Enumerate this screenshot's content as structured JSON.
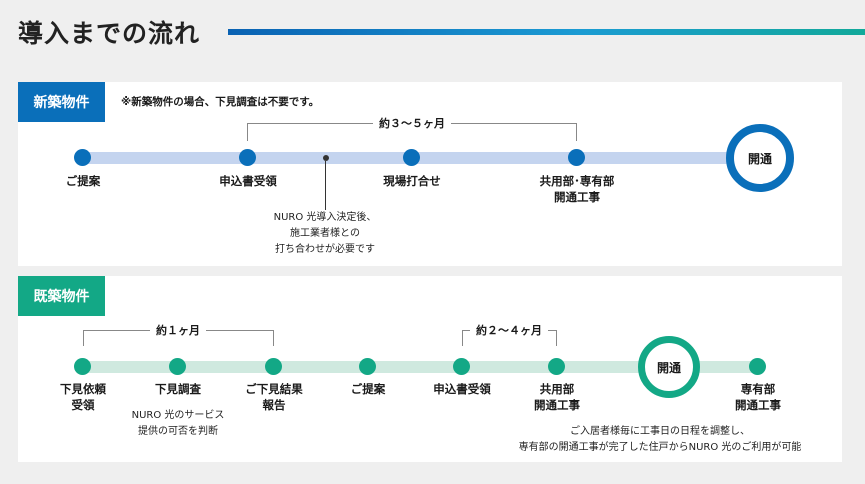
{
  "header": {
    "title": "導入までの流れ"
  },
  "new_build": {
    "tag": "新築物件",
    "note": "※新築物件の場合、下見調査は不要です。",
    "period": "約３～５ヶ月",
    "steps": [
      "ご提案",
      "申込書受領",
      "現場打合せ",
      "共用部･専有部\n開通工事"
    ],
    "open_label": "開通",
    "callout": "NURO 光導入決定後、\n施工業者様との\n打ち合わせが必要です"
  },
  "existing": {
    "tag": "既築物件",
    "period1": "約１ヶ月",
    "period2": "約２～４ヶ月",
    "steps": [
      "下見依頼\n受領",
      "下見調査",
      "ご下見結果\n報告",
      "ご提案",
      "申込書受領",
      "共用部\n開通工事"
    ],
    "open_label": "開通",
    "final_step": "専有部\n開通工事",
    "survey_note": "NURO 光のサービス\n提供の可否を判断",
    "footer_note": "ご入居者様毎に工事日の日程を調整し、\n専有部の開通工事が完了した住戸からNURO 光のご利用が可能"
  },
  "colors": {
    "blue": "#0a6fba",
    "green": "#13a886",
    "light_blue": "#c4d4ef",
    "light_green": "#cfe9df"
  }
}
